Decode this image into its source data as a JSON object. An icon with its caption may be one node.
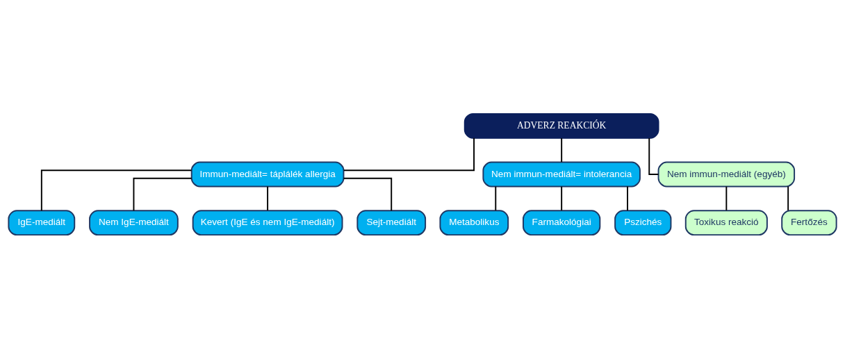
{
  "diagram": {
    "nodes": [
      {
        "text": [
          "ADVERZ REAKCIÓK"
        ]
      },
      {
        "text": [
          "Immun-mediált= táplálék allergia"
        ]
      },
      {
        "text": [
          "Nem immun-mediált= intolerancia"
        ]
      },
      {
        "text": [
          "Nem immun-mediált (egyéb)"
        ]
      },
      {
        "text": [
          "IgE-mediált"
        ]
      },
      {
        "text": [
          "Nem IgE-mediált"
        ]
      },
      {
        "text": [
          "Kevert (IgE és nem IgE-mediált)"
        ]
      },
      {
        "text": [
          "Sejt-mediált"
        ]
      },
      {
        "text": [
          "Metabolikus"
        ]
      },
      {
        "text": [
          "Farmakológiai"
        ]
      },
      {
        "text": [
          "Pszichés"
        ]
      },
      {
        "text": [
          "Toxikus reakció"
        ]
      },
      {
        "text": [
          "Fertőzés"
        ]
      }
    ],
    "edges": [
      {
        "from": 0,
        "to": 1,
        "arrow": "none"
      },
      {
        "from": 0,
        "to": 2,
        "arrow": "none"
      },
      {
        "from": 0,
        "to": 3,
        "arrow": "none"
      },
      {
        "from": 1,
        "to": 4,
        "arrow": "none"
      },
      {
        "from": 1,
        "to": 5,
        "arrow": "none"
      },
      {
        "from": 1,
        "to": 6,
        "arrow": "none"
      },
      {
        "from": 1,
        "to": 7,
        "arrow": "none"
      },
      {
        "from": 2,
        "to": 8,
        "arrow": "none"
      },
      {
        "from": 2,
        "to": 9,
        "arrow": "none"
      },
      {
        "from": 2,
        "to": 10,
        "arrow": "none"
      },
      {
        "from": 3,
        "to": 11,
        "arrow": "none"
      },
      {
        "from": 3,
        "to": 12,
        "arrow": "none"
      }
    ]
  }
}
